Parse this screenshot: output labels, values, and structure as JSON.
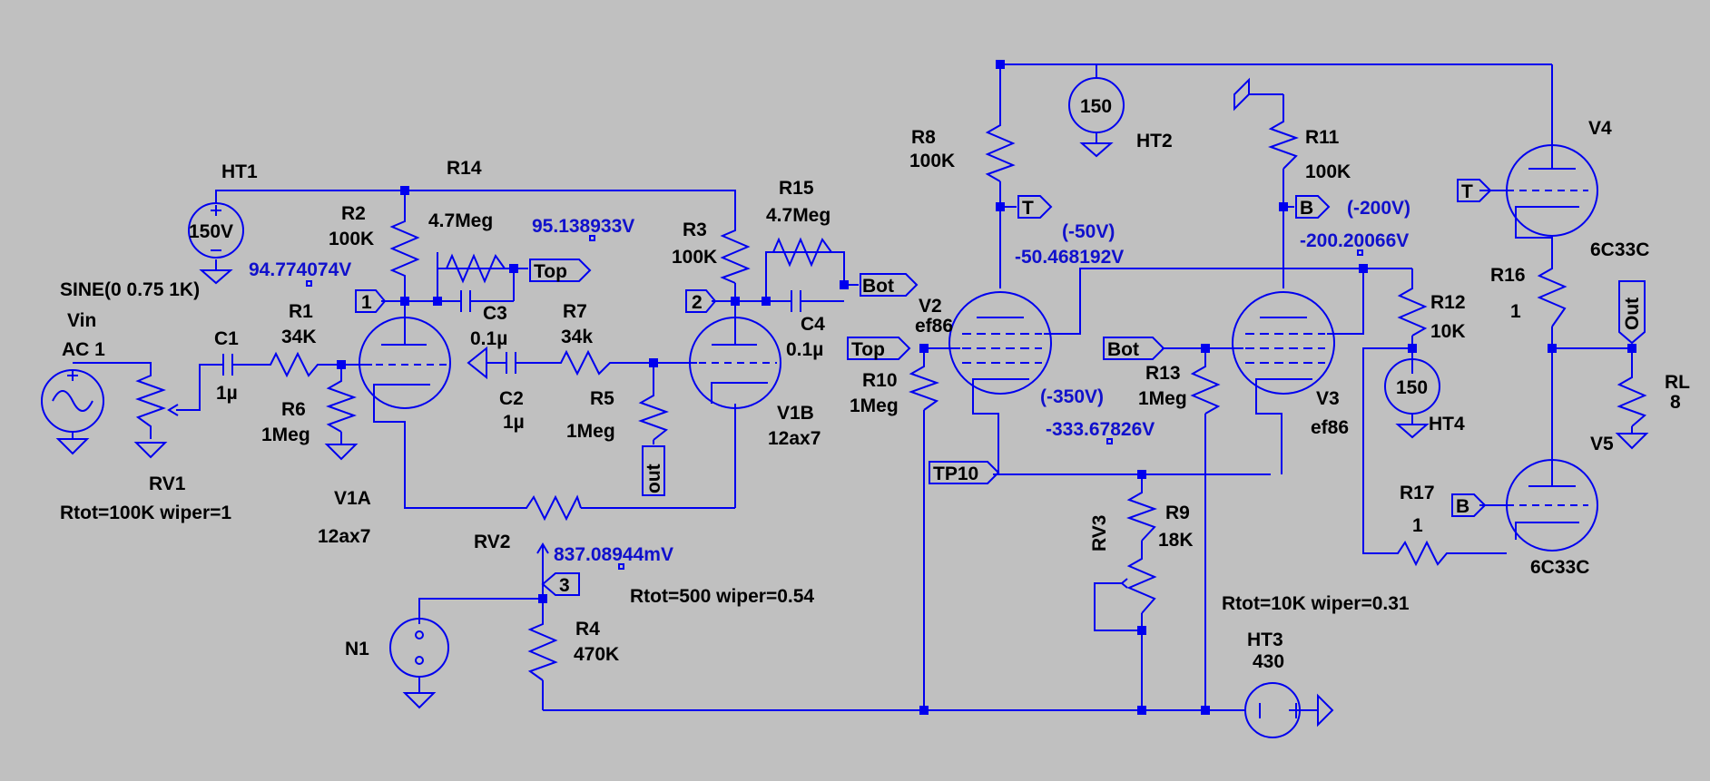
{
  "labels": {
    "ht1": "HT1",
    "ht1_v": "150V",
    "r14": "R14",
    "r2": "R2",
    "r2_v": "100K",
    "r14_v": "4.7Meg",
    "v_node1": "95.138933V",
    "r3": "R3",
    "r3_v": "100K",
    "r15": "R15",
    "r15_v": "4.7Meg",
    "r8": "R8",
    "r8_v": "100K",
    "ht2": "HT2",
    "ht2_v": "150",
    "r11": "R11",
    "r11_v": "100K",
    "v4": "V4",
    "v4_type": "6C33C",
    "sine": "SINE(0 0.75 1K)",
    "v_grid": "94.774074V",
    "vin": "Vin",
    "vin_ac": "AC 1",
    "c1": "C1",
    "c1_v": "1µ",
    "r1": "R1",
    "r1_v": "34K",
    "r6": "R6",
    "r6_v": "1Meg",
    "c3": "C3",
    "c3_v": "0.1µ",
    "r7": "R7",
    "r7_v": "34k",
    "c2": "C2",
    "c2_v": "1µ",
    "r5": "R5",
    "r5_v": "1Meg",
    "c4": "C4",
    "c4_v": "0.1µ",
    "v1b": "V1B",
    "v1b_type": "12ax7",
    "v2": "V2",
    "v2_type": "ef86",
    "r10": "R10",
    "r10_v": "1Meg",
    "set_50": "(-50V)",
    "v_50": "-50.468192V",
    "set_350": "(-350V)",
    "v_350": "-333.67826V",
    "r13": "R13",
    "r13_v": "1Meg",
    "v3": "V3",
    "v3_type": "ef86",
    "set_200": "(-200V)",
    "v_200": "-200.20066V",
    "r12": "R12",
    "r12_v": "10K",
    "ht4": "HT4",
    "ht4_v": "150",
    "r16": "R16",
    "r16_v": "1",
    "rl": "RL",
    "rl_v": "8",
    "v5": "V5",
    "v5_type": "6C33C",
    "r17": "R17",
    "r17_v": "1",
    "rv1": "RV1",
    "rv1_v": "Rtot=100K wiper=1",
    "v1a": "V1A",
    "v1a_type": "12ax7",
    "rv2": "RV2",
    "v_rv2": "837.08944mV",
    "rv2_v": "Rtot=500 wiper=0.54",
    "r4": "R4",
    "r4_v": "470K",
    "n1": "N1",
    "rv3": "RV3",
    "rv3_v": "Rtot=10K wiper=0.31",
    "r9": "R9",
    "r9_v": "18K",
    "ht3": "HT3",
    "ht3_v": "430"
  },
  "flags": {
    "top1": "Top",
    "bot1": "Bot",
    "top2": "Top",
    "bot2": "Bot",
    "t1": "T",
    "b1": "B",
    "t2": "T",
    "b2": "B",
    "n1flag": "1",
    "n2flag": "2",
    "n3flag": "3",
    "out1": "out",
    "out2": "Out",
    "tp10": "TP10"
  }
}
